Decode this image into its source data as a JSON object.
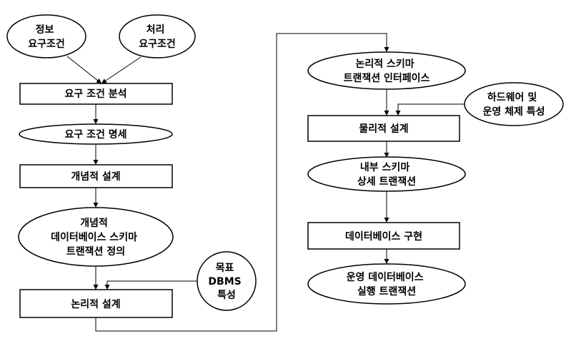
{
  "nodes": {
    "info_req": {
      "lines": [
        "정보",
        "요구조건"
      ]
    },
    "proc_req": {
      "lines": [
        "처리",
        "요구조건"
      ]
    },
    "req_analysis": {
      "lines": [
        "요구 조건 분석"
      ]
    },
    "req_spec": {
      "lines": [
        "요구 조건 명세"
      ]
    },
    "concept": {
      "lines": [
        "개념적 설계"
      ]
    },
    "concept_out": {
      "lines": [
        "개념적",
        "데이터베이스 스키마",
        "트랜잭션 정의"
      ]
    },
    "target_dbms": {
      "lines": [
        "목표",
        "DBMS",
        "특성"
      ]
    },
    "logical": {
      "lines": [
        "논리적 설계"
      ]
    },
    "logical_out": {
      "lines": [
        "논리적 스키마",
        "트랜잭션 인터페이스"
      ]
    },
    "hw_os": {
      "lines": [
        "하드웨어 및",
        "운영 체제 특성"
      ]
    },
    "physical": {
      "lines": [
        "물리적 설계"
      ]
    },
    "internal": {
      "lines": [
        "내부 스키마",
        "상세 트랜잭션"
      ]
    },
    "impl": {
      "lines": [
        "데이터베이스 구현"
      ]
    },
    "operational": {
      "lines": [
        "운영 데이터베이스",
        "실행 트랜잭션"
      ]
    }
  }
}
